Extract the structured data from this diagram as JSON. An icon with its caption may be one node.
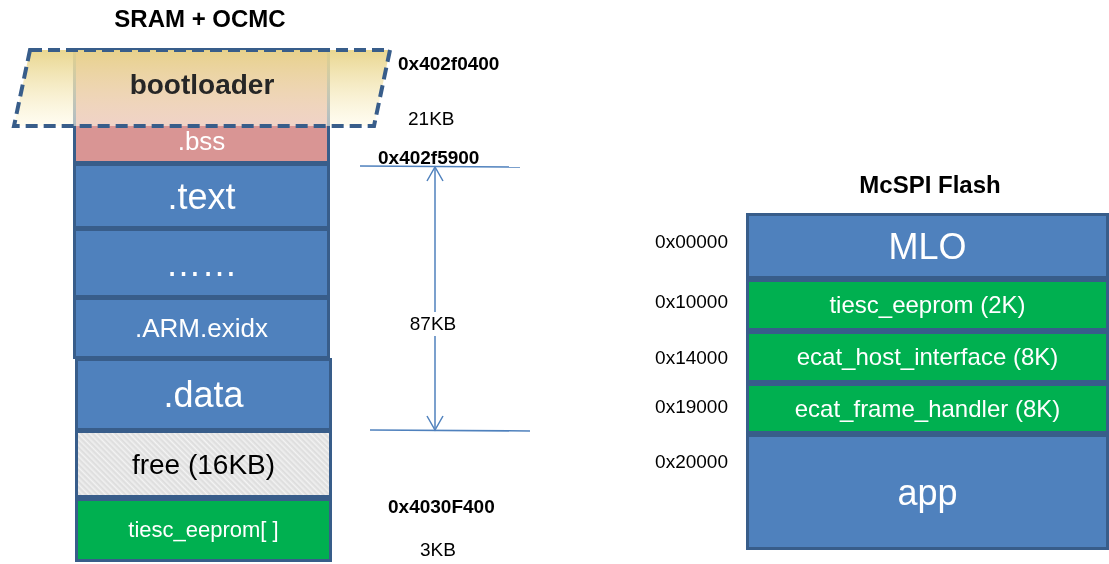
{
  "diagram": {
    "nodes": [
      {
        "text": [
          "bootloader"
        ]
      },
      {
        "text": [
          ".bss"
        ]
      },
      {
        "text": [
          ".text"
        ]
      },
      {
        "text": [
          "……"
        ]
      },
      {
        "text": [
          ".ARM.exidx"
        ]
      },
      {
        "text": [
          ".data"
        ]
      },
      {
        "text": [
          "free (16KB)"
        ]
      },
      {
        "text": [
          "tiesc_eeprom[ ]"
        ]
      },
      {
        "text": [
          "MLO"
        ]
      },
      {
        "text": [
          "tiesc_eeprom (2K)"
        ]
      },
      {
        "text": [
          "ecat_host_interface (8K)"
        ]
      },
      {
        "text": [
          "ecat_frame_handler (8K)"
        ]
      },
      {
        "text": [
          "app"
        ]
      }
    ],
    "labels": [
      "SRAM + OCMC",
      "0x402f0400",
      "21KB",
      "0x402f5900",
      "87KB",
      "0x4030F400",
      "3KB",
      "McSPI Flash",
      "0x00000",
      "0x10000",
      "0x14000",
      "0x19000",
      "0x20000"
    ]
  }
}
